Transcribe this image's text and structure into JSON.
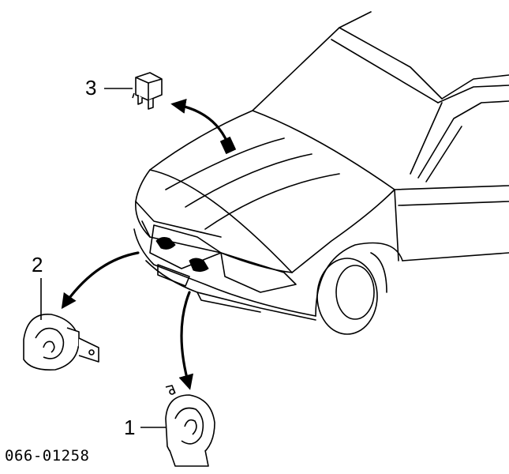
{
  "callouts": {
    "one": "1",
    "two": "2",
    "three": "3"
  },
  "part_number": "066-01258"
}
